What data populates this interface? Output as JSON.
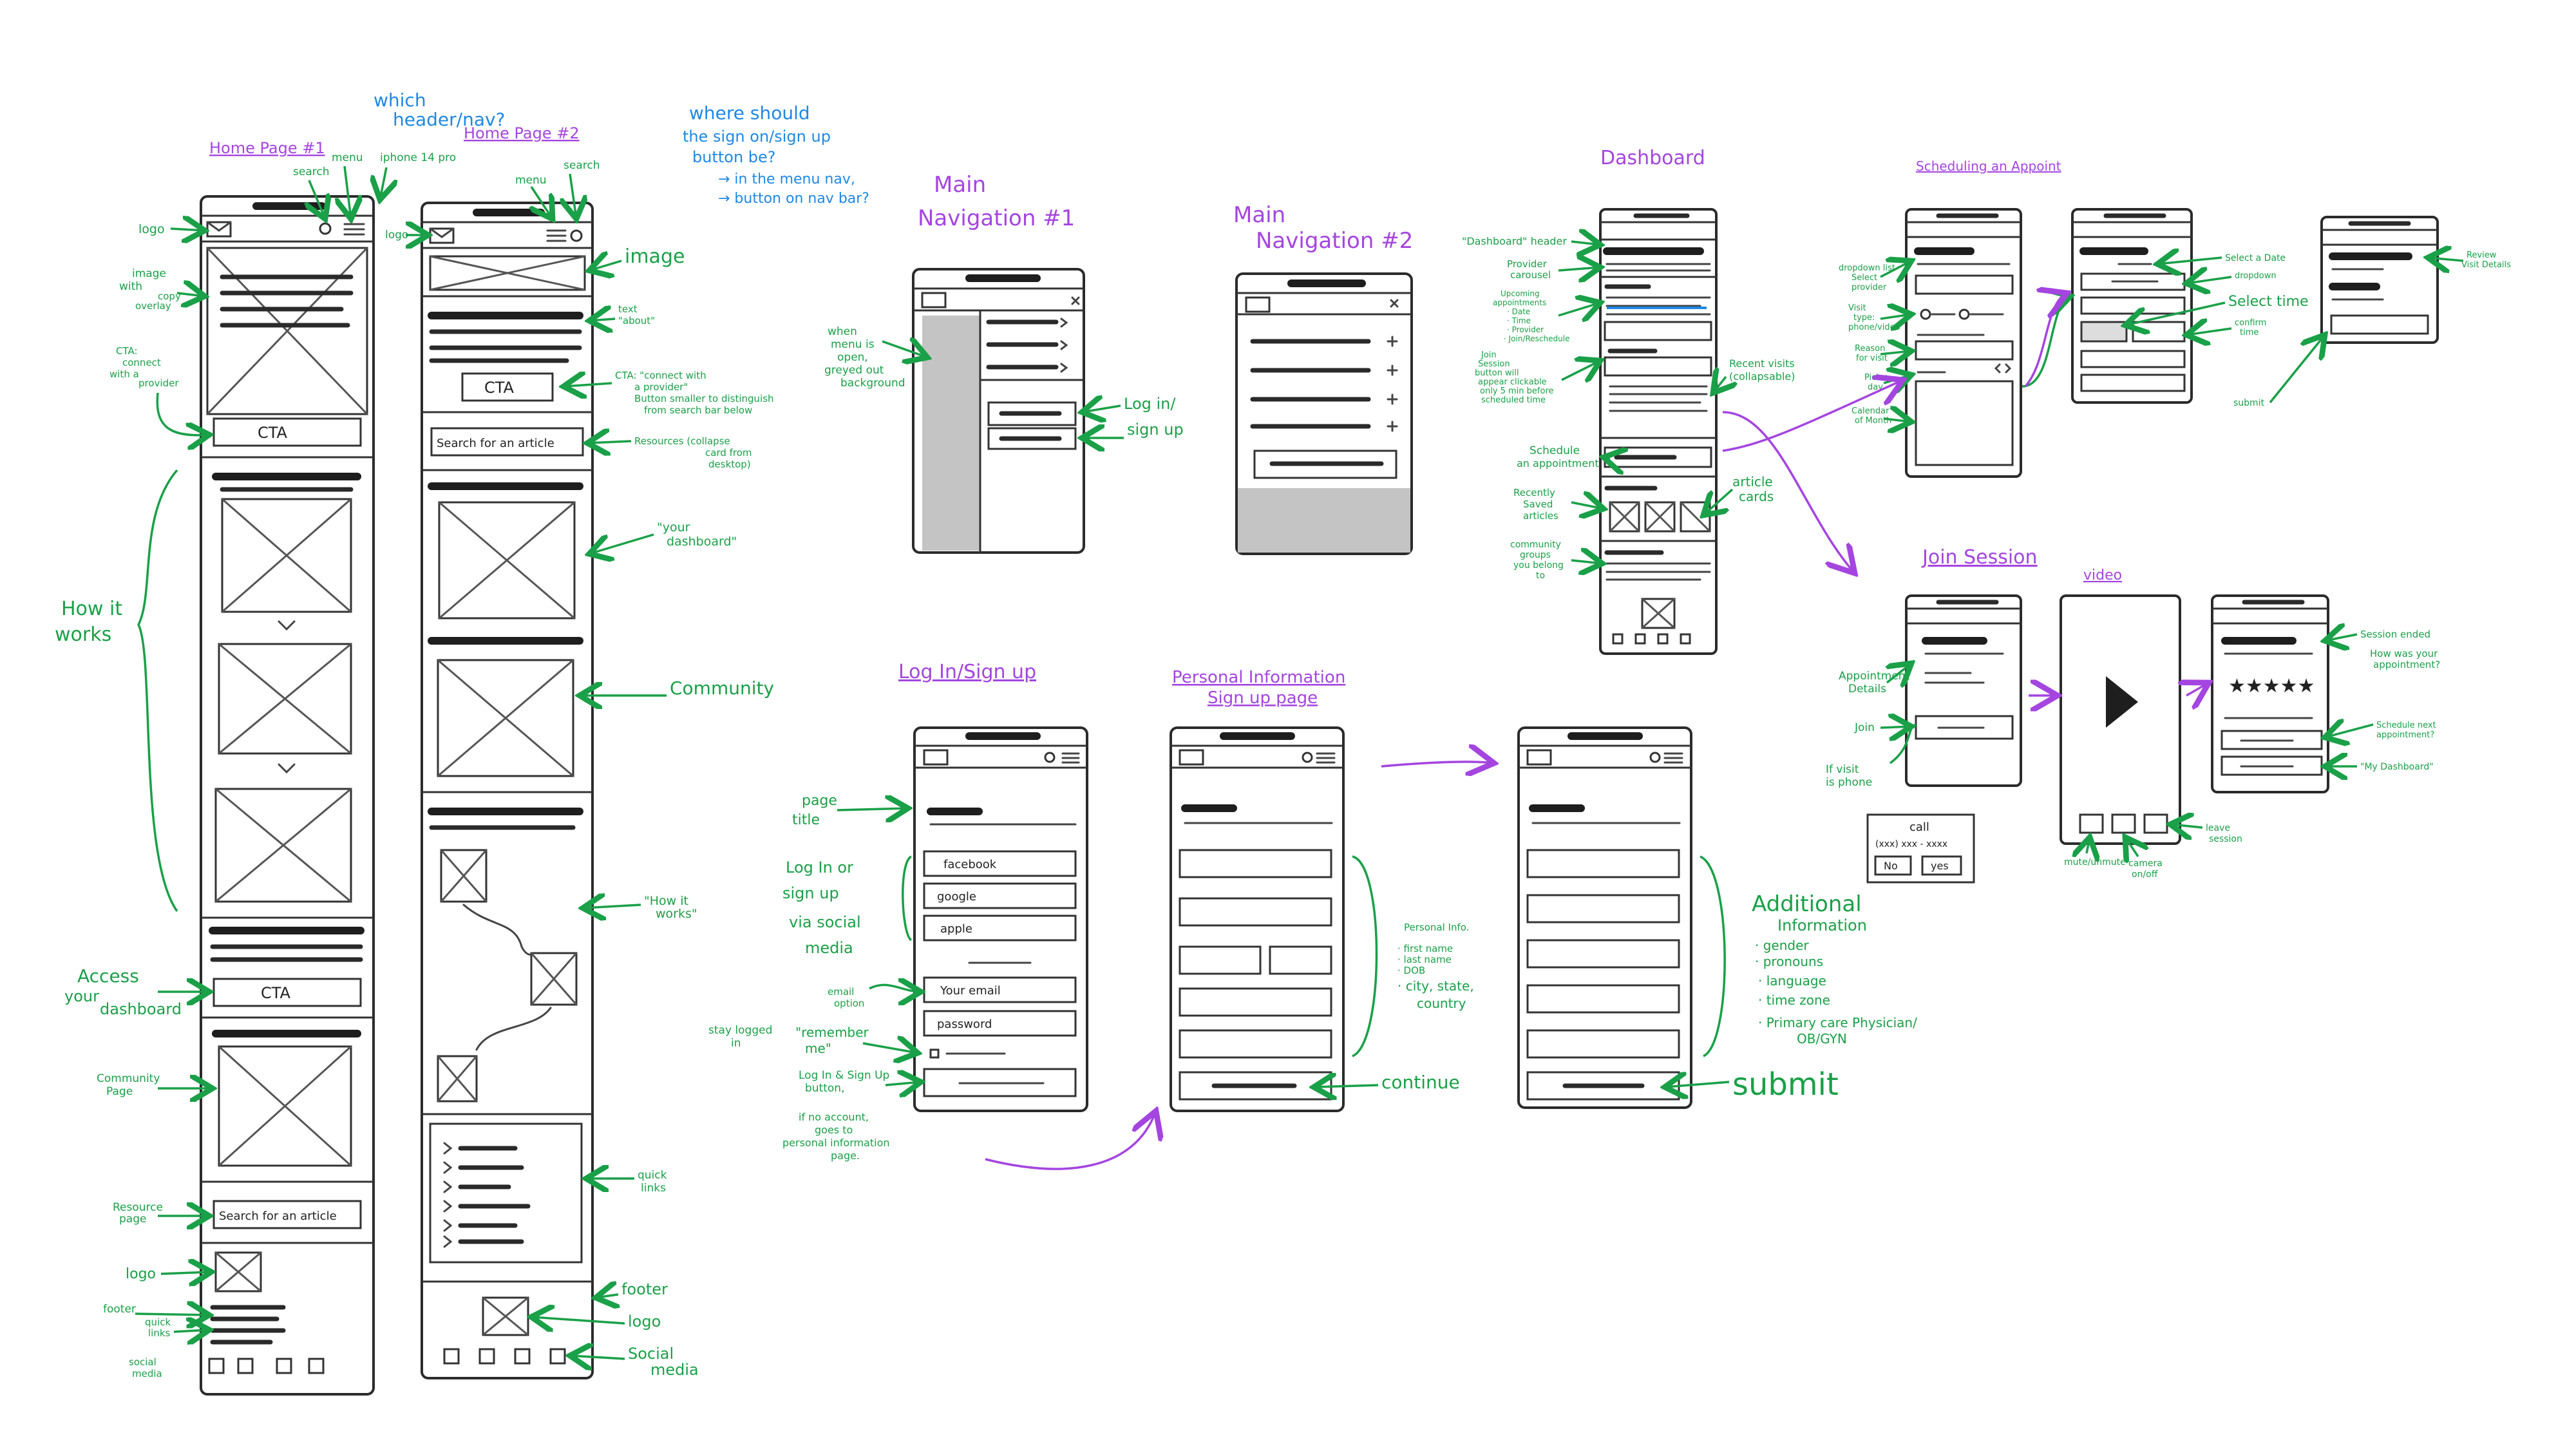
{
  "colors": {
    "annotation_green": "#1aa048",
    "question_blue": "#1e88e5",
    "title_purple": "#a445e0",
    "ink": "#2b2b2b"
  },
  "titles": {
    "home1": "Home Page #1",
    "home2": "Home Page #2",
    "nav1": [
      "Main",
      "Navigation #1"
    ],
    "nav2": [
      "Main",
      "Navigation #2"
    ],
    "dashboard": "Dashboard",
    "scheduling": "Scheduling an Appoint",
    "join": "Join Session",
    "video": "video",
    "login": "Log In/Sign up",
    "personal": [
      "Personal Information",
      "Sign up page"
    ]
  },
  "questions": {
    "header": [
      "which",
      "header/nav?"
    ],
    "signon": [
      "where should",
      "the sign on/sign up",
      "button be?",
      "→ in the menu nav,",
      "→ button on nav bar?"
    ]
  },
  "home1_labels": {
    "search": "search",
    "menu": "menu",
    "iphone": "iphone 14 pro",
    "logo": "logo",
    "image": [
      "image",
      "with",
      "copy",
      "overlay"
    ],
    "cta": [
      "CTA:",
      "connect",
      "with a",
      "provider"
    ],
    "how": [
      "How it",
      "works"
    ],
    "access": [
      "Access",
      "your",
      "dashboard"
    ],
    "community": [
      "Community",
      "Page"
    ],
    "resource": [
      "Resource",
      "page"
    ],
    "logo2": "logo",
    "footer": "footer",
    "quick": [
      "quick",
      "links"
    ],
    "social": [
      "social",
      "media"
    ]
  },
  "home2_labels": {
    "menu": "menu",
    "search": "search",
    "logo": "logo",
    "image": "image",
    "text": [
      "text",
      "\"about\""
    ],
    "cta": [
      "CTA: \"connect with",
      "a provider\"",
      "Button smaller to distinguish",
      "from search bar below"
    ],
    "resources": [
      "Resources (collapse",
      "card from",
      "desktop)"
    ],
    "dashboard": [
      "\"your",
      "dashboard\""
    ],
    "community": "Community",
    "how": [
      "\"How it",
      "works\""
    ],
    "quick": [
      "quick",
      "links"
    ],
    "footer": "footer",
    "logo2": "logo",
    "social": [
      "Social",
      "media"
    ]
  },
  "wire_text": {
    "cta": "CTA",
    "search": "Search for an article",
    "facebook": "facebook",
    "google": "google",
    "apple": "apple",
    "email": "Your email",
    "password": "password",
    "stars": "★★★★★",
    "call": "call",
    "phone_number": "(xxx) xxx - xxxx",
    "no": "No",
    "yes": "yes"
  },
  "nav_labels": {
    "menu_open": [
      "when",
      "menu is",
      "open,",
      "greyed out",
      "background"
    ],
    "login": [
      "Log in/",
      "sign up"
    ]
  },
  "dashboard_labels": {
    "header": "\"Dashboard\" header",
    "provider": [
      "Provider",
      "carousel"
    ],
    "upcoming": [
      "Upcoming",
      "appointments",
      "· Date",
      "· Time",
      "· Provider",
      "· Join/Reschedule"
    ],
    "join": [
      "Join",
      "Session",
      "button will",
      "appear clickable",
      "only 5 min before",
      "scheduled time"
    ],
    "recent": [
      "Recent visits",
      "(collapsable)"
    ],
    "schedule": [
      "Schedule",
      "an appointment"
    ],
    "recently": [
      "Recently",
      "Saved",
      "articles"
    ],
    "article": [
      "article",
      "cards"
    ],
    "community": [
      "community",
      "groups",
      "you belong",
      "to"
    ]
  },
  "scheduling_labels": {
    "dropdown": [
      "dropdown list",
      "Select",
      "provider"
    ],
    "visit": [
      "Visit",
      "type:",
      "phone/video"
    ],
    "reason": [
      "Reason",
      "for visit"
    ],
    "picky": [
      "Pick a",
      "day"
    ],
    "calendar": [
      "Calendar",
      "of Month"
    ],
    "date": [
      "Select a Date"
    ],
    "dropdown2": [
      "dropdown"
    ],
    "time": "Select time",
    "confirm": [
      "confirm",
      "time"
    ],
    "submit": "submit",
    "review": [
      "Review",
      "Visit Details"
    ]
  },
  "join_labels": {
    "appt": [
      "Appointment",
      "Details"
    ],
    "join": "Join",
    "ifvisit": [
      "If visit",
      "is phone"
    ],
    "ended": "Session ended",
    "how": [
      "How was your",
      "appointment?"
    ],
    "next": [
      "Schedule next",
      "appointment?"
    ],
    "mydash": "\"My Dashboard\"",
    "mute": "mute/unmute",
    "camera": [
      "camera",
      "on/off"
    ],
    "leave": [
      "leave",
      "session"
    ]
  },
  "login_labels": {
    "title": [
      "page",
      "title"
    ],
    "via": [
      "Log In or",
      "sign up",
      "via social",
      "media"
    ],
    "emailopt": [
      "email",
      "option"
    ],
    "stay": [
      "stay logged",
      "in"
    ],
    "remember": [
      "\"remember",
      "me\""
    ],
    "button": [
      "Log In & Sign Up",
      "button,"
    ],
    "noaccount": [
      "if no account,",
      "goes to",
      "personal information",
      "page."
    ]
  },
  "personal_labels": {
    "info": [
      "Personal Info.",
      "· first name",
      "· last name",
      "· DOB",
      "· city, state,",
      "  country"
    ],
    "continue": "continue"
  },
  "additional_labels": {
    "title": [
      "Additional",
      "Information"
    ],
    "items": [
      "· gender",
      "· pronouns",
      "· language",
      "· time zone",
      "· Primary care Physician/",
      "  OB/GYN"
    ],
    "submit": "submit"
  }
}
